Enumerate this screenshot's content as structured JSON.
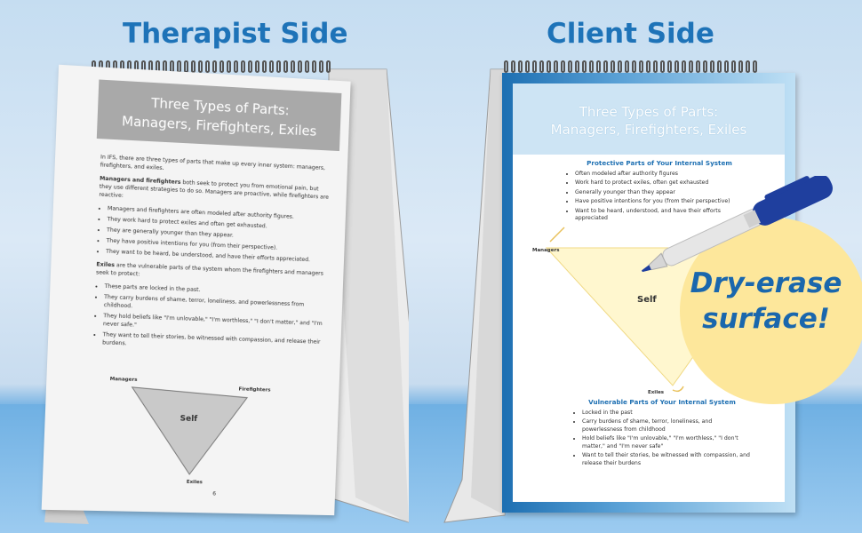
{
  "headings": {
    "therapist_side": "Therapist Side",
    "client_side": "Client Side"
  },
  "therapist_card": {
    "title_line1": "Three Types of Parts:",
    "title_line2": "Managers, Firefighters, Exiles",
    "intro": "In IFS, there are three types of parts that make up every inner system: managers, firefighters, and exiles.",
    "managers_firefighters_lead": "Managers and firefighters",
    "managers_firefighters_text": " both seek to protect you from emotional pain, but they use different strategies to do so. Managers are proactive, while firefighters are reactive:",
    "protector_bullets": [
      "Managers and firefighters are often modeled after authority figures.",
      "They work hard to protect exiles and often get exhausted.",
      "They are generally younger than they appear.",
      "They have positive intentions for you (from their perspective).",
      "They want to be heard, be understood, and have their efforts appreciated."
    ],
    "exiles_lead": "Exiles",
    "exiles_text": " are the vulnerable parts of the system whom the firefighters and managers seek to protect:",
    "exile_bullets": [
      "These parts are locked in the past.",
      "They carry burdens of shame, terror, loneliness, and powerlessness from childhood.",
      "They hold beliefs like \"I'm unlovable,\" \"I'm worthless,\" \"I don't matter,\" and \"I'm never safe.\"",
      "They want to tell their stories, be witnessed with compassion, and release their burdens."
    ],
    "diagram": {
      "managers": "Managers",
      "firefighters": "Firefighters",
      "self": "Self",
      "exiles": "Exiles"
    },
    "page_number": "6"
  },
  "client_card": {
    "title_line1": "Three Types of Parts:",
    "title_line2": "Managers, Firefighters, Exiles",
    "protective_heading": "Protective Parts of Your Internal System",
    "protective_bullets": [
      "Often modeled after authority figures",
      "Work hard to protect exiles, often get exhausted",
      "Generally younger than they appear",
      "Have positive intentions for you (from their perspective)",
      "Want to be heard, understood, and have their efforts appreciated"
    ],
    "diagram": {
      "managers": "Managers",
      "self": "Self",
      "exiles": "Exiles"
    },
    "vulnerable_heading": "Vulnerable Parts of Your Internal System",
    "vulnerable_bullets": [
      "Locked in the past",
      "Carry burdens of shame, terror, loneliness, and powerlessness from childhood",
      "Hold beliefs like \"I'm unlovable,\" \"I'm worthless,\" \"I don't matter,\" and \"I'm never safe\"",
      "Want to tell their stories, be witnessed with compassion, and release their burdens"
    ]
  },
  "callout": {
    "line1": "Dry-erase",
    "line2": "surface!"
  },
  "colors": {
    "heading_blue": "#1e73b8",
    "callout_yellow": "#fde79b",
    "marker_blue": "#1f3f9e"
  }
}
